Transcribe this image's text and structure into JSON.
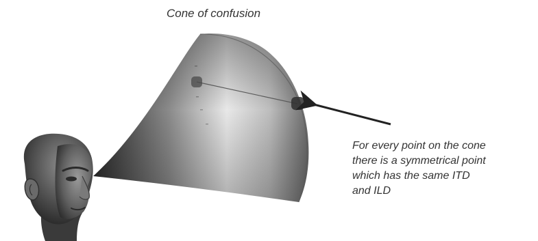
{
  "title": "Cone of confusion",
  "caption_lines": [
    "For every point on the cone",
    "there is a symmetrical point",
    "which has the same ITD",
    "and ILD"
  ],
  "icons": {
    "head": "head-icon",
    "cone": "cone-shape",
    "arrow": "arrow-icon"
  },
  "colors": {
    "text": "#333333",
    "arrow": "#222222",
    "cone_light": "#f5f5f5",
    "cone_dark": "#1f1f1f"
  }
}
